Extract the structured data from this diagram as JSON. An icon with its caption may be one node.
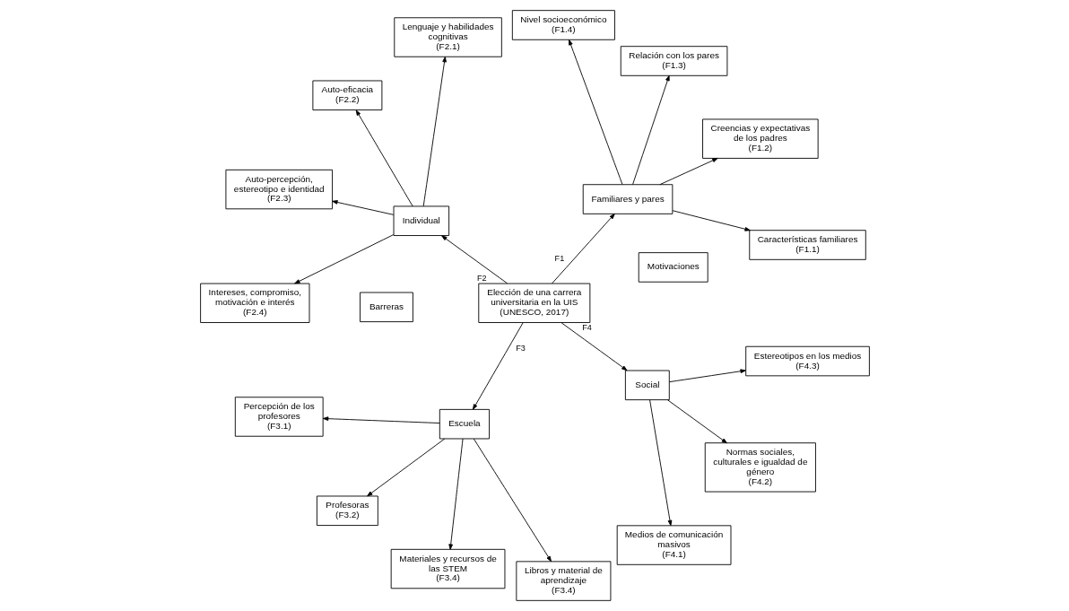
{
  "diagram": {
    "nodes": [
      {
        "text": [
          "Elección de una carrera universitaria en la UIS (UNESCO, 2017)"
        ]
      },
      {
        "text": [
          "Familiares y pares"
        ]
      },
      {
        "text": [
          "Individual"
        ]
      },
      {
        "text": [
          "Escuela"
        ]
      },
      {
        "text": [
          "Social"
        ]
      },
      {
        "text": [
          "Características familiares",
          "(F1.1)"
        ]
      },
      {
        "text": [
          "Creencias y expectativas de los padres",
          "(F1.2)"
        ]
      },
      {
        "text": [
          "Relación con los pares",
          "(F1.3)"
        ]
      },
      {
        "text": [
          "Nivel socioeconómico",
          "(F1.4)"
        ]
      },
      {
        "text": [
          "Lenguaje y habilidades cognitivas",
          "(F2.1)"
        ]
      },
      {
        "text": [
          "Auto-eficacia",
          "(F2.2)"
        ]
      },
      {
        "text": [
          "Auto-percepción, estereotipo e identidad",
          "(F2.3)"
        ]
      },
      {
        "text": [
          "Intereses, compromiso, motivación e interés",
          "(F2.4)"
        ]
      },
      {
        "text": [
          "Percepción de los profesores",
          "(F3.1)"
        ]
      },
      {
        "text": [
          "Profesoras",
          "(F3.2)"
        ]
      },
      {
        "text": [
          "Materiales y recursos de las STEM",
          "(F3.4)"
        ]
      },
      {
        "text": [
          "Libros y material de aprendizaje",
          "(F3.4)"
        ]
      },
      {
        "text": [
          "Medios de comunicación masivos",
          "(F4.1)"
        ]
      },
      {
        "text": [
          "Normas sociales, culturales e igualdad de género",
          "(F4.2)"
        ]
      },
      {
        "text": [
          "Estereotipos en los medios",
          "(F4.3)"
        ]
      },
      {
        "text": [
          "Barreras"
        ]
      },
      {
        "text": [
          "Motivaciones"
        ]
      }
    ],
    "edges": [
      {
        "from": 0,
        "to": 1,
        "arrow": "to",
        "label": "F1"
      },
      {
        "from": 0,
        "to": 2,
        "arrow": "to",
        "label": "F2"
      },
      {
        "from": 0,
        "to": 3,
        "arrow": "to",
        "label": "F3"
      },
      {
        "from": 0,
        "to": 4,
        "arrow": "to",
        "label": "F4"
      },
      {
        "from": 1,
        "to": 5,
        "arrow": "to"
      },
      {
        "from": 1,
        "to": 6,
        "arrow": "to"
      },
      {
        "from": 1,
        "to": 7,
        "arrow": "to"
      },
      {
        "from": 1,
        "to": 8,
        "arrow": "to"
      },
      {
        "from": 2,
        "to": 9,
        "arrow": "to"
      },
      {
        "from": 2,
        "to": 10,
        "arrow": "to"
      },
      {
        "from": 2,
        "to": 11,
        "arrow": "to"
      },
      {
        "from": 2,
        "to": 12,
        "arrow": "to"
      },
      {
        "from": 3,
        "to": 13,
        "arrow": "to"
      },
      {
        "from": 3,
        "to": 14,
        "arrow": "to"
      },
      {
        "from": 3,
        "to": 15,
        "arrow": "to"
      },
      {
        "from": 3,
        "to": 16,
        "arrow": "to"
      },
      {
        "from": 4,
        "to": 17,
        "arrow": "to"
      },
      {
        "from": 4,
        "to": 18,
        "arrow": "to"
      },
      {
        "from": 4,
        "to": 19,
        "arrow": "to"
      }
    ]
  }
}
